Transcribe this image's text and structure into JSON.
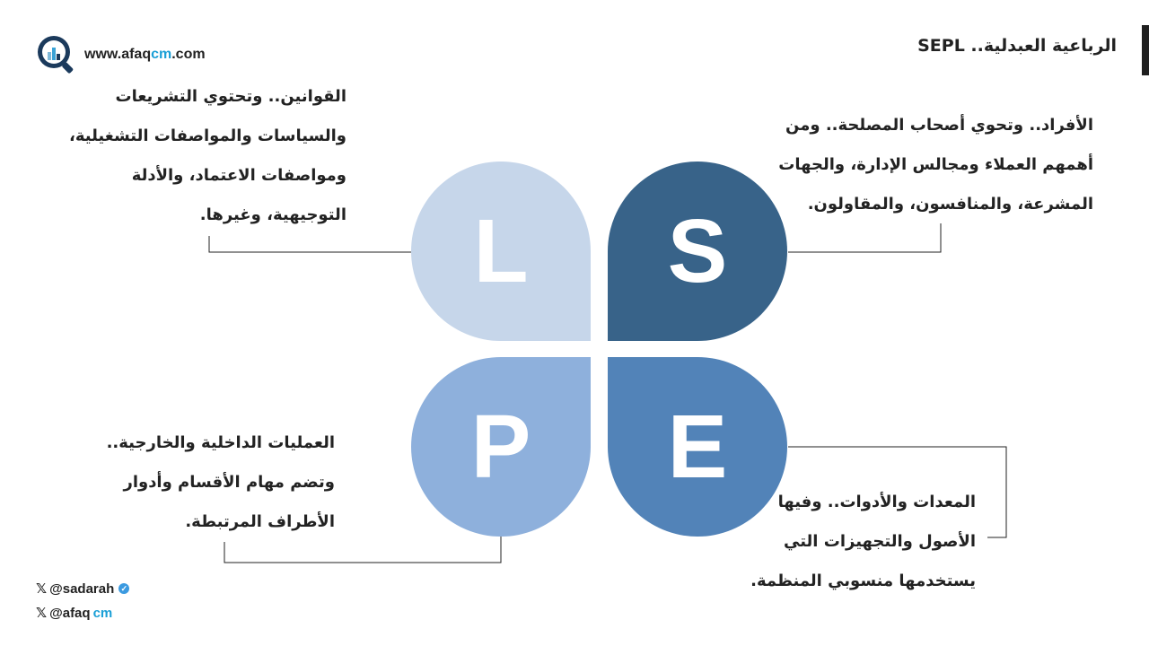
{
  "header": {
    "title": "الرباعية العبدلية.. SEPL"
  },
  "brand": {
    "url_prefix": "www.afaq",
    "url_accent": "cm",
    "url_suffix": ".com"
  },
  "social": [
    {
      "handle": "@sadarah",
      "handle_accent": "",
      "verified": true
    },
    {
      "handle": "@afaq",
      "handle_accent": "cm",
      "verified": false
    }
  ],
  "petals": {
    "s": {
      "letter": "S",
      "color": "#386389",
      "lines": [
        "الأفراد.. وتحوي أصحاب المصلحة.. ومن",
        "أهمهم العملاء ومجالس الإدارة، والجهات",
        "المشرعة، والمنافسون، والمقاولون."
      ]
    },
    "l": {
      "letter": "L",
      "color": "#c6d6ea",
      "lines": [
        "القوانين.. وتحتوي التشريعات",
        "والسياسات والمواصفات التشغيلية،",
        "ومواصفات الاعتماد، والأدلة",
        "التوجيهية، وغيرها."
      ]
    },
    "p": {
      "letter": "P",
      "color": "#8eb0dc",
      "lines": [
        "العمليات الداخلية والخارجية..",
        "وتضم مهام الأقسام وأدوار",
        "الأطراف المرتبطة."
      ]
    },
    "e": {
      "letter": "E",
      "color": "#5283b8",
      "lines": [
        "المعدات والأدوات.. وفيها",
        "الأصول والتجهيزات التي",
        "يستخدمها منسوبي المنظمة."
      ]
    }
  }
}
